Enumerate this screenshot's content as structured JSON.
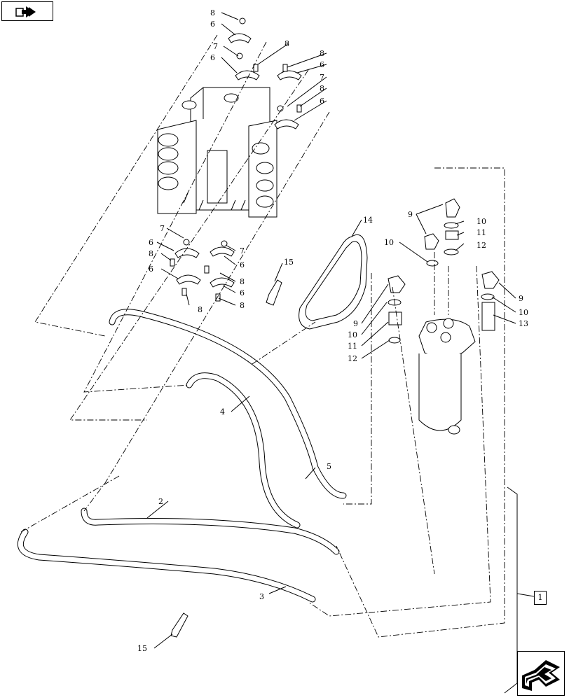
{
  "callouts": {
    "c1": "1",
    "c2": "2",
    "c3": "3",
    "c4": "4",
    "c5": "5",
    "c6": "6",
    "c7": "7",
    "c8": "8",
    "c9": "9",
    "c10": "10",
    "c11": "11",
    "c12": "12",
    "c13": "13",
    "c14": "14",
    "c15": "15"
  },
  "icons": {
    "back": "previous-page-icon",
    "forward": "next-page-icon"
  },
  "colors": {
    "line": "#000000",
    "background": "#ffffff"
  }
}
